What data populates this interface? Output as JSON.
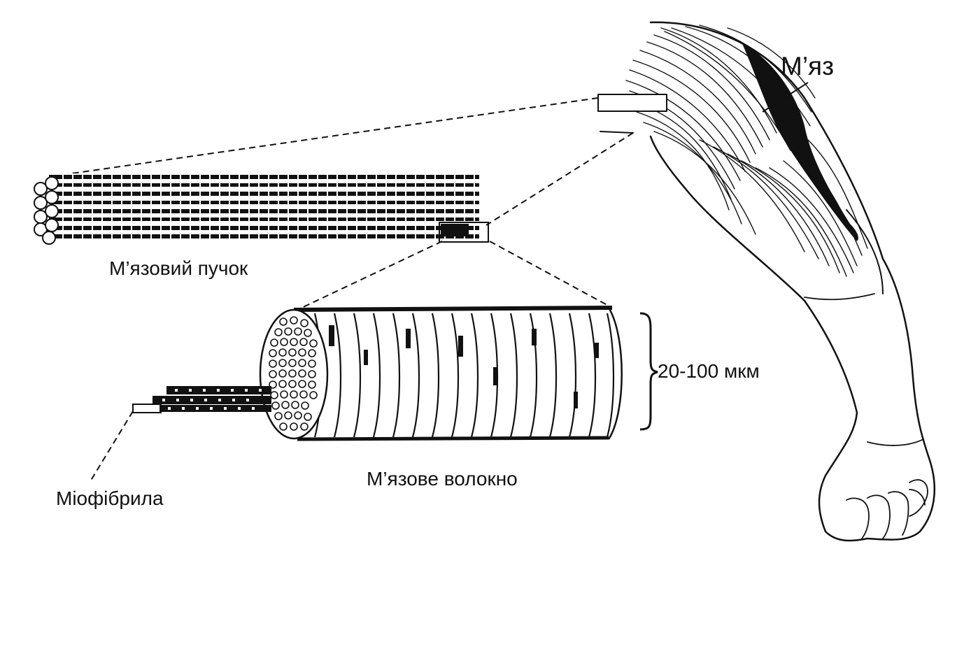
{
  "labels": {
    "muscle": "М’яз",
    "bundle": "М’язовий пучок",
    "size": "20-100 мкм",
    "fiber": "М’язове волокно",
    "myofibril": "Міофібрила"
  },
  "colors": {
    "ink": "#111111",
    "background": "#ffffff"
  }
}
